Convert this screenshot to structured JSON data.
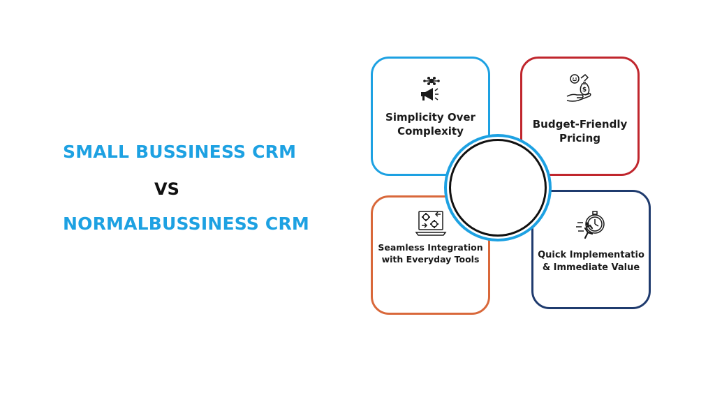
{
  "headings": {
    "line1": "SMALL BUSSINESS CRM",
    "vs": "VS",
    "line2": "NORMALBUSSINESS CRM"
  },
  "cards": {
    "simplicity": {
      "line1": "Simplicity Over",
      "line2": "Complexity",
      "icon": "network-megaphone-icon",
      "border_color": "#1da1e2"
    },
    "budget": {
      "line1": "Budget-Friendly",
      "line2": "Pricing",
      "icon": "hand-money-bag-icon",
      "border_color": "#c0262d"
    },
    "seamless": {
      "line1": "Seamless Integration",
      "line2": "with Everyday Tools",
      "icon": "laptop-gears-icon",
      "border_color": "#d9683a"
    },
    "quick": {
      "line1": "Quick Implementatio",
      "line2": "& Immediate Value",
      "icon": "stopwatch-runner-icon",
      "border_color": "#1f3b6e"
    }
  },
  "colors": {
    "accent": "#1da1e2",
    "text": "#111111"
  }
}
